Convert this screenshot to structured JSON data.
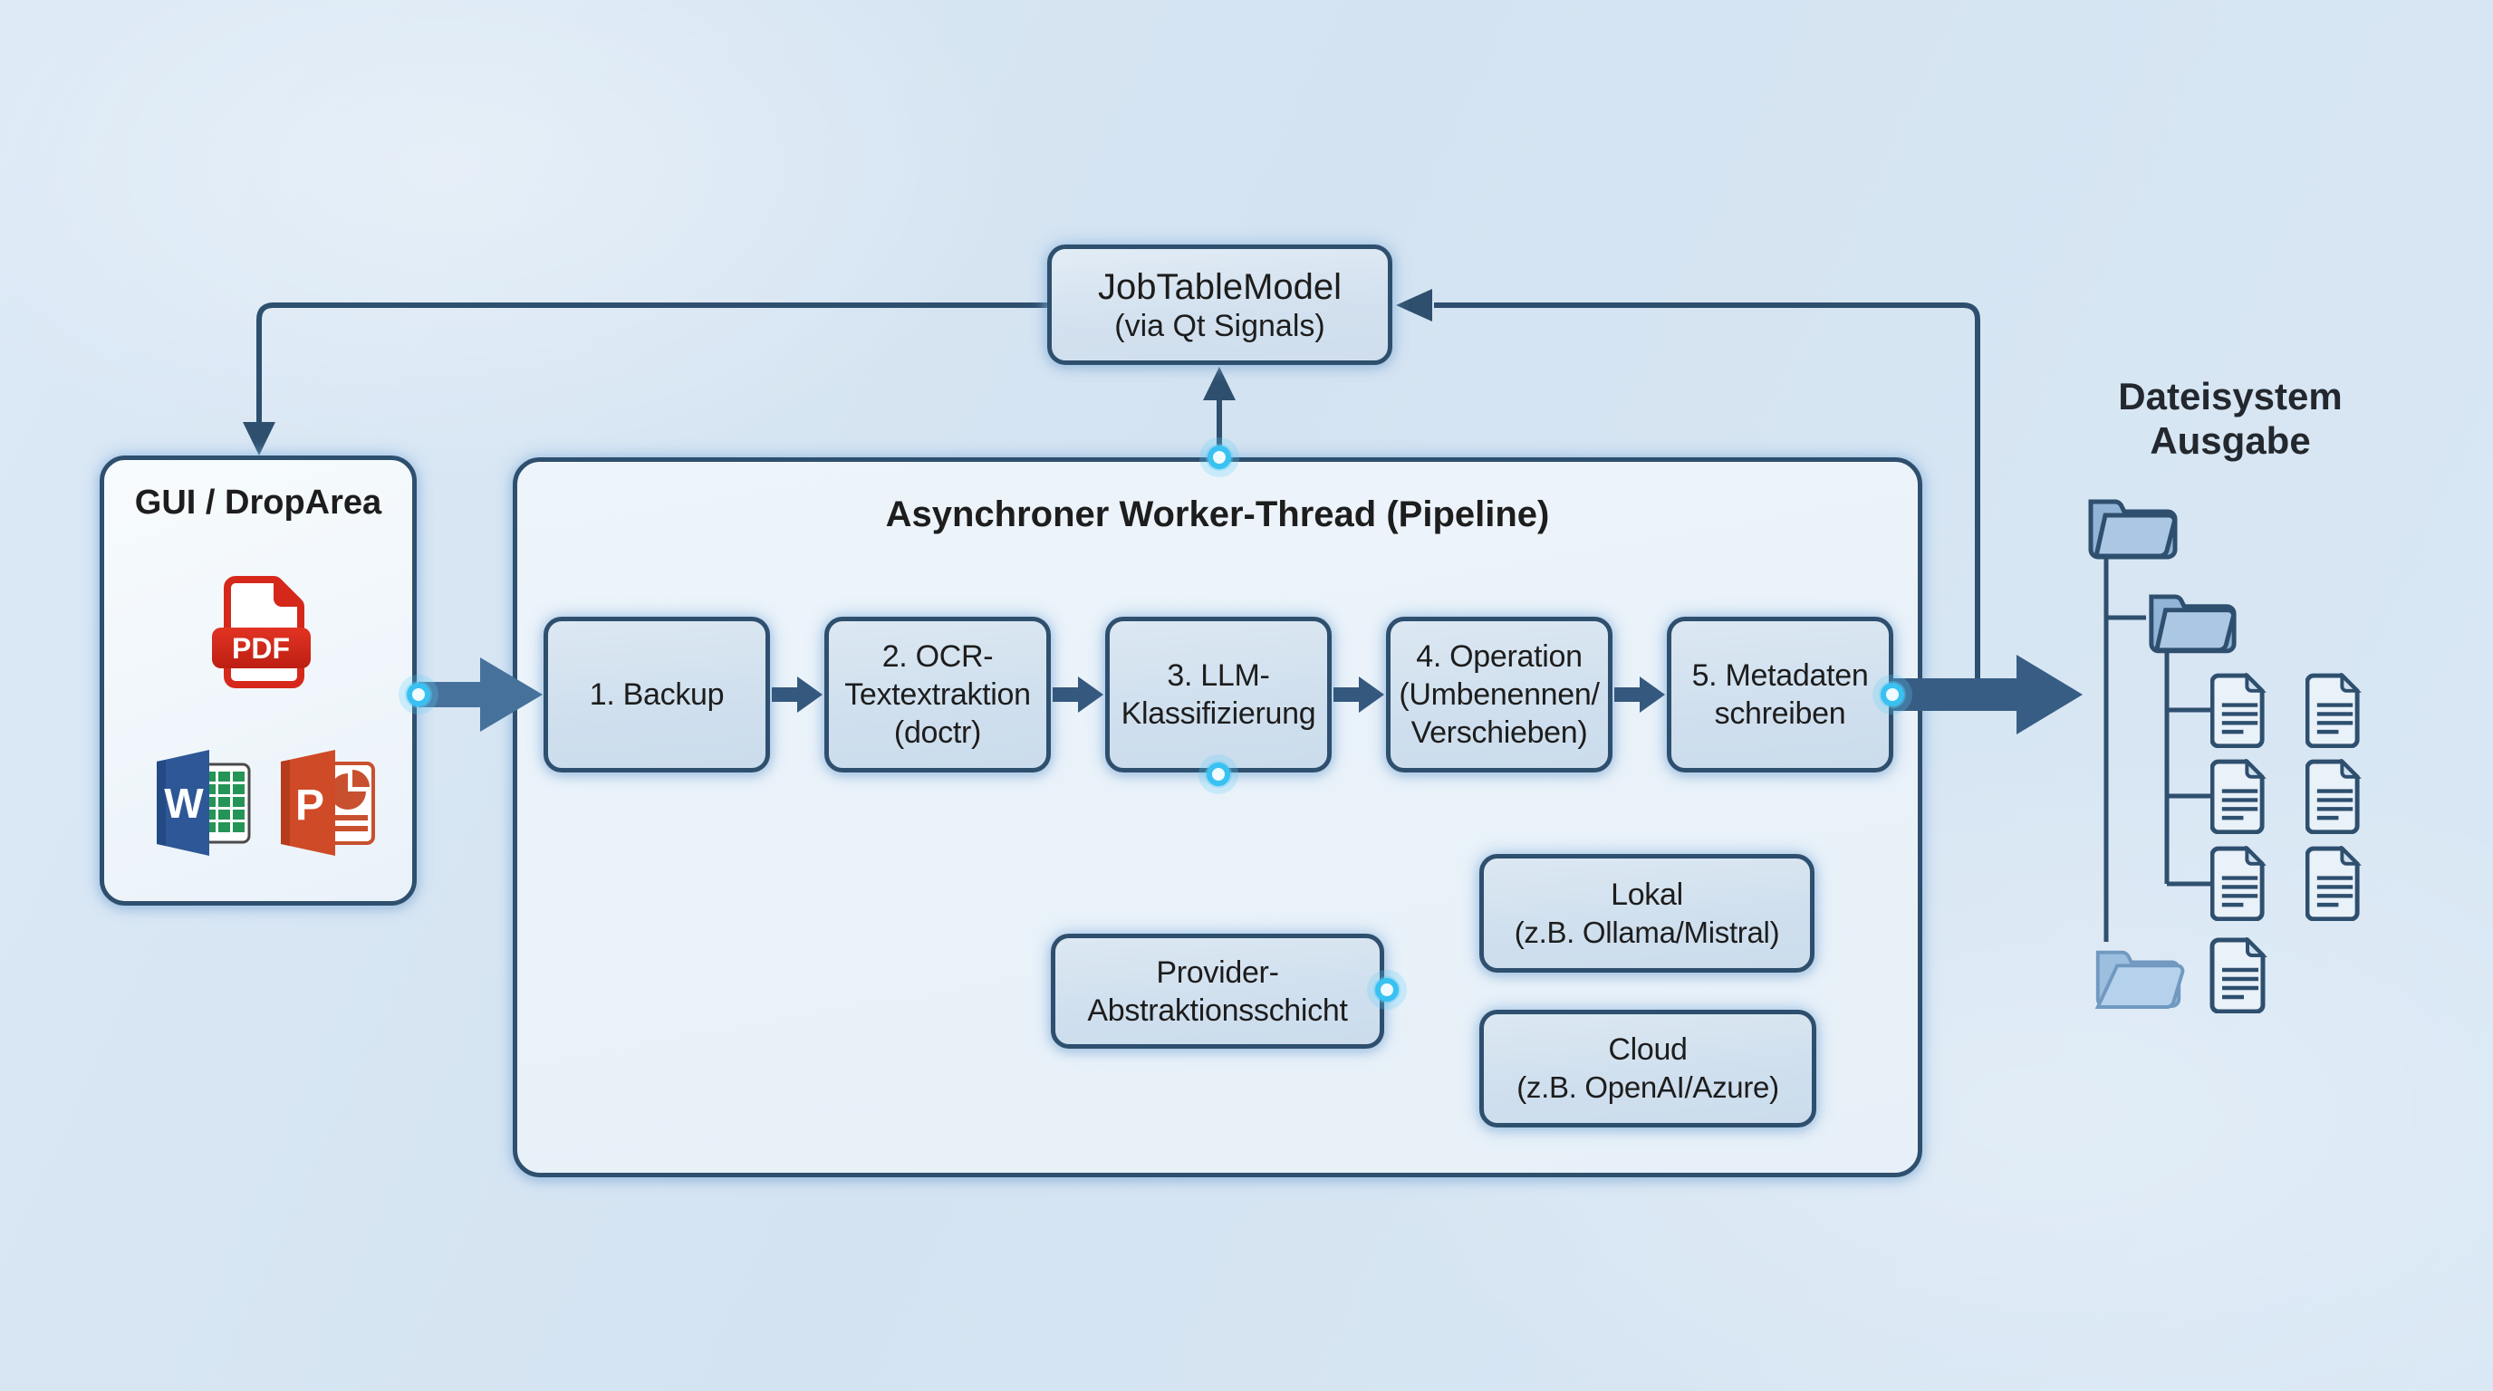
{
  "job_table_box": {
    "title": "JobTableModel",
    "subtitle": "(via Qt Signals)"
  },
  "gui_box": {
    "title": "GUI / DropArea",
    "pdf_icon_label": "PDF",
    "word_icon_letter": "W",
    "powerpoint_icon_letter": "P"
  },
  "pipeline_box": {
    "title": "Asynchroner Worker-Thread (Pipeline)"
  },
  "steps": [
    {
      "lines": [
        "1. Backup"
      ]
    },
    {
      "lines": [
        "2. OCR-",
        "Textextraktion",
        "(doctr)"
      ]
    },
    {
      "lines": [
        "3. LLM-",
        "Klassifizierung"
      ]
    },
    {
      "lines": [
        "4. Operation",
        "(Umbenennen/",
        "Verschieben)"
      ]
    },
    {
      "lines": [
        "5. Metadaten",
        "schreiben"
      ]
    }
  ],
  "provider_box": {
    "lines": [
      "Provider-",
      "Abstraktionsschicht"
    ]
  },
  "lokal_box": {
    "lines": [
      "Lokal",
      "(z.B. Ollama/Mistral)"
    ]
  },
  "cloud_box": {
    "lines": [
      "Cloud",
      "(z.B. OpenAI/Azure)"
    ]
  },
  "output_label": {
    "lines": [
      "Dateisystem",
      "Ausgabe"
    ]
  },
  "icons": [
    "pdf-file-icon",
    "word-file-icon",
    "powerpoint-file-icon",
    "folder-icon",
    "folder-open-icon",
    "document-icon",
    "signal-node-icon"
  ],
  "colors": {
    "background": "#d9e7f4",
    "box_border": "#2e4f6e",
    "box_fill": "#d3e1ef",
    "pipeline_fill": "#e9f1f8",
    "gui_fill": "#f4f9fd",
    "glow_accent": "#3cc2f1",
    "arrow_thick": "#3f6890",
    "arrow_small": "#35597e",
    "pdf_red": "#d5281b",
    "word_blue": "#2d5796",
    "grid_green": "#259457",
    "powerpoint_orange": "#cf4a26",
    "text": "#1d1d1d"
  }
}
